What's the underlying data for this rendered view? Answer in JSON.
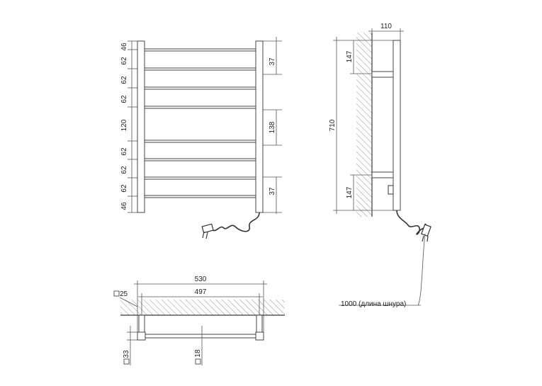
{
  "front_view": {
    "left_dims": [
      "46",
      "62",
      "62",
      "62",
      "120",
      "62",
      "62",
      "62",
      "46"
    ],
    "right_dims": [
      "37",
      "138",
      "37"
    ]
  },
  "side_view": {
    "width_dim": "110",
    "top_dim": "147",
    "height_dim": "710",
    "bottom_dim": "147"
  },
  "top_view": {
    "overall_width": "530",
    "inner_width": "497",
    "post_size": "25",
    "depth": "33",
    "bar_size": "18"
  },
  "cord_label": "1000 (длина шнура)"
}
